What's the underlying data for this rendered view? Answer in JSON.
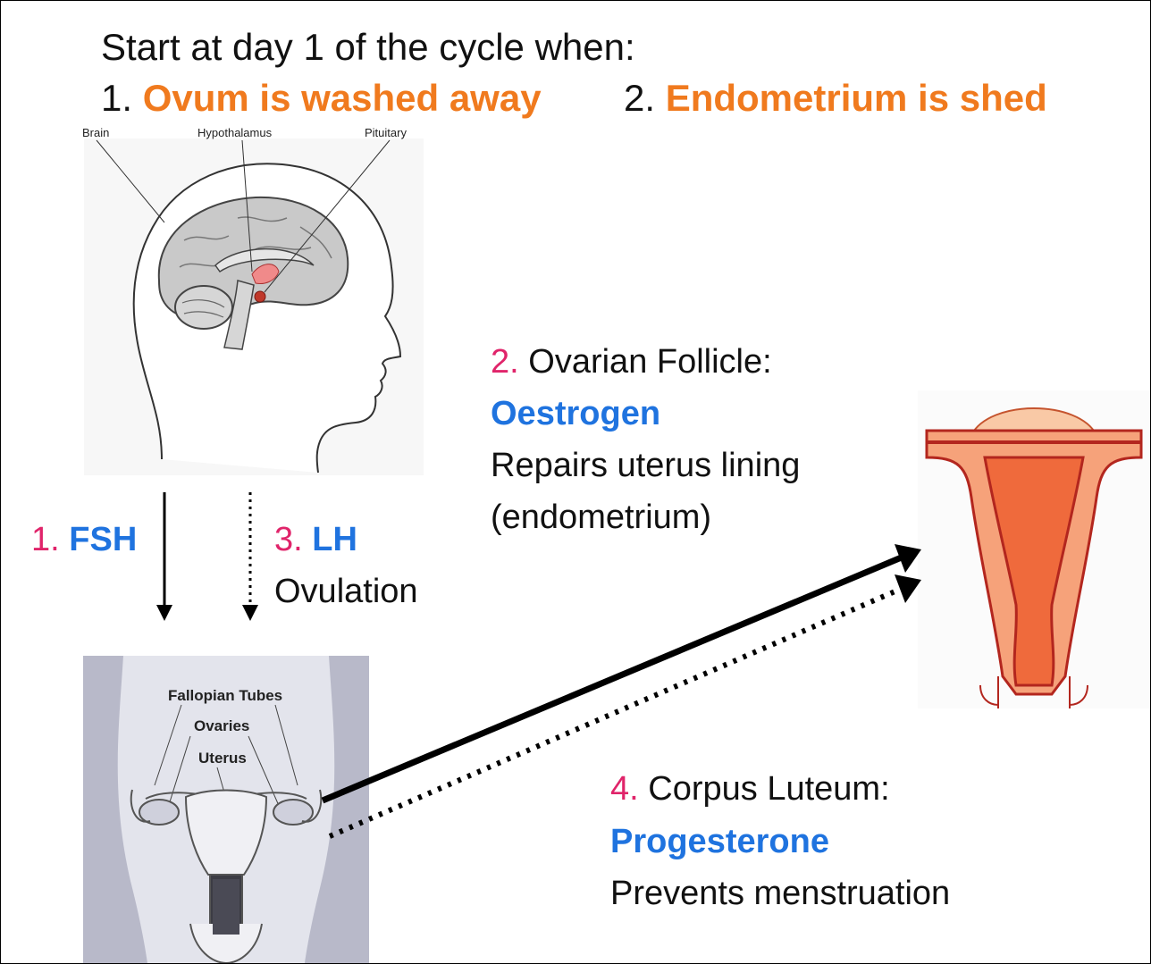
{
  "header": {
    "line1": "Start at day 1 of the cycle when:",
    "item1_num": "1.",
    "item1_text": "Ovum is washed away",
    "item2_num": "2.",
    "item2_text": "Endometrium is shed"
  },
  "brain_labels": {
    "brain": "Brain",
    "hypothalamus": "Hypothalamus",
    "pituitary": "Pituitary"
  },
  "fsh": {
    "num": "1.",
    "label": "FSH"
  },
  "lh": {
    "num": "3.",
    "label": "LH",
    "desc": "Ovulation"
  },
  "follicle": {
    "num": "2.",
    "title": "Ovarian Follicle:",
    "hormone": "Oestrogen",
    "line1": "Repairs uterus lining",
    "line2": "(endometrium)"
  },
  "luteum": {
    "num": "4.",
    "title": "Corpus Luteum:",
    "hormone": "Progesterone",
    "line1": "Prevents menstruation"
  },
  "pelvis_labels": {
    "tubes": "Fallopian Tubes",
    "ovaries": "Ovaries",
    "uterus": "Uterus"
  },
  "colors": {
    "orange": "#f07a1e",
    "pink": "#e0246a",
    "blue": "#1f73df",
    "uterus_fill": "#f6a27a",
    "uterus_line": "#b3261e"
  }
}
